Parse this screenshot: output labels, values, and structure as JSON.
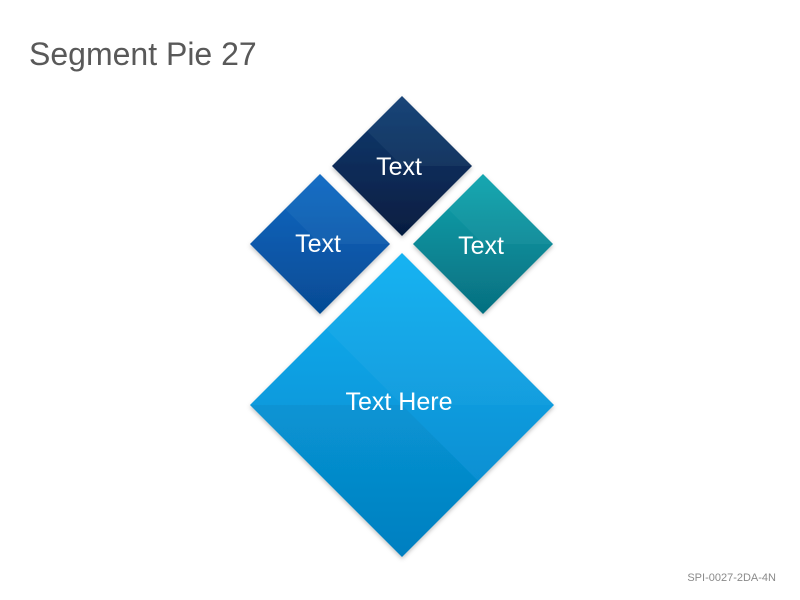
{
  "title": "Segment Pie 27",
  "footer_code": "SPI-0027-2DA-4N",
  "diamonds": {
    "top": {
      "label": "Text",
      "color": "#0b2d5a"
    },
    "left": {
      "label": "Text",
      "color": "#0a5aa8"
    },
    "right": {
      "label": "Text",
      "color": "#0a8a96"
    },
    "bottom": {
      "label": "Text Here",
      "color": "#0aa0e6"
    }
  }
}
